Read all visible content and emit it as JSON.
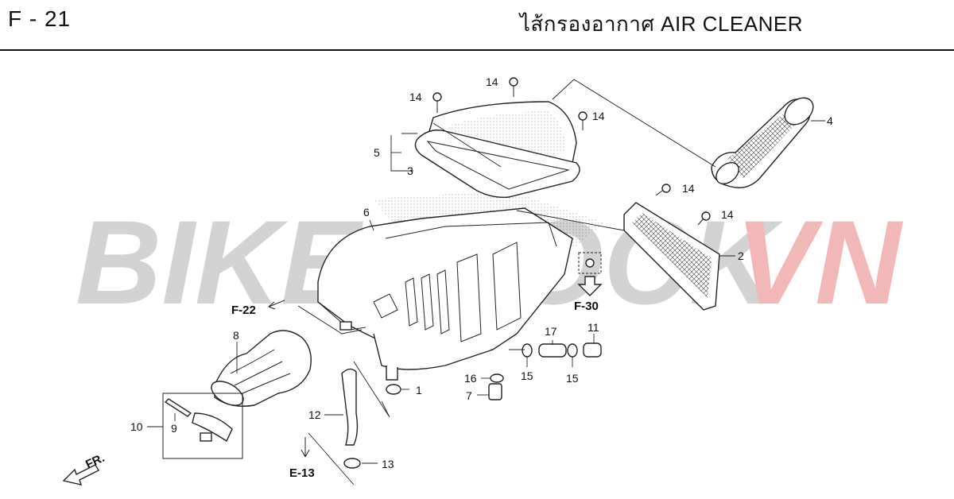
{
  "header": {
    "page_code": "F - 21",
    "title": "ไส้กรองอากาศ  AIR CLEANER"
  },
  "watermark": {
    "part1": "BIKESTOCK",
    "part2": "VN",
    "color1": "#d3d3d3",
    "color2": "#f2b8b8"
  },
  "callouts": [
    "14",
    "14",
    "14",
    "4",
    "5",
    "3",
    "6",
    "14",
    "14",
    "2",
    "F-22",
    "F-30",
    "17",
    "11",
    "8",
    "15",
    "15",
    "16",
    "1",
    "7",
    "12",
    "10",
    "9",
    "E-13",
    "13",
    "FR."
  ]
}
